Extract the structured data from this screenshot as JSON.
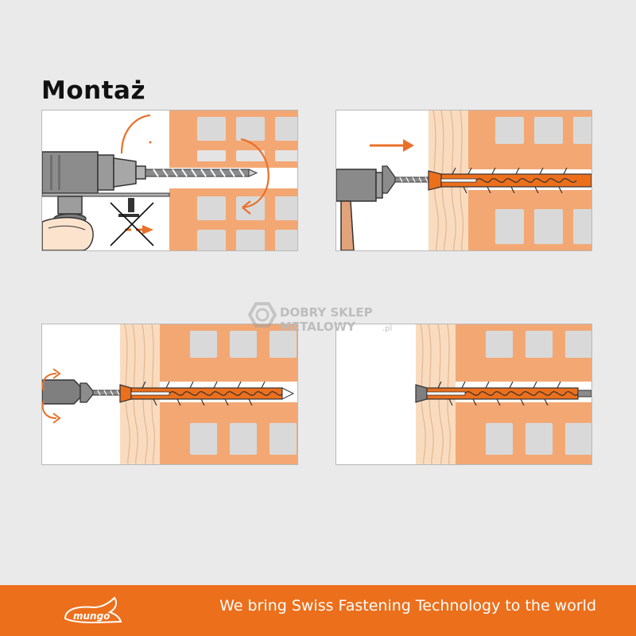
{
  "header": {
    "title": "Montaż"
  },
  "colors": {
    "background": "#eaeaea",
    "brick": "#f3a874",
    "brick_cell": "#d9d9d9",
    "wood": "#f9dcc0",
    "wood_grain": "#e6b88e",
    "accent": "#e8712a",
    "dowel": "#ec6f1c",
    "tool_grey": "#7f7f7f",
    "footer": "#ec6f1c"
  },
  "steps": [
    {
      "id": "drill",
      "icons": [
        "drill-icon",
        "rotation-arrow-icon",
        "no-hammer-mode-icon"
      ]
    },
    {
      "id": "insert",
      "icons": [
        "hammer-icon",
        "push-direction-arrow-icon",
        "dowel-icon"
      ]
    },
    {
      "id": "screw",
      "icons": [
        "screwdriver-icon",
        "rotation-arrow-icon",
        "screw-icon",
        "dowel-icon"
      ]
    },
    {
      "id": "installed",
      "icons": [
        "screw-icon",
        "dowel-icon"
      ]
    }
  ],
  "watermark": {
    "line1": "DOBRY SKLEP",
    "line2": "METALOWY",
    "suffix": ".pl"
  },
  "footer": {
    "logo_text": "mungo",
    "tagline": "We bring Swiss Fastening Technology to the world"
  }
}
